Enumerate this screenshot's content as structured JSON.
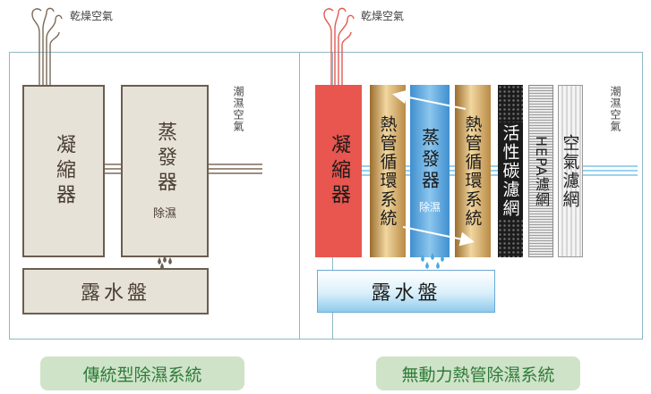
{
  "left": {
    "dry_air": "乾燥空氣",
    "humid_air": "潮濕空氣",
    "condenser": "凝縮器",
    "evaporator": "蒸發器",
    "dehumidify": "除濕",
    "drip_tray": "露水盤",
    "caption": "傳統型除濕系統"
  },
  "right": {
    "dry_air": "乾燥空氣",
    "humid_air": "潮濕空氣",
    "condenser": "凝縮器",
    "heat_pipe_left": "熱管循環系統",
    "evaporator": "蒸發器",
    "dehumidify": "除濕",
    "heat_pipe_right": "熱管循環系統",
    "activated_carbon": "活性碳濾網",
    "hepa": "HEPA濾網",
    "air_filter": "空氣濾網",
    "drip_tray": "露水盤",
    "caption": "無動力熱管除濕系統"
  },
  "colors": {
    "panel_border": "#8fb8c4",
    "gray_fill": "#e7e2d8",
    "condenser_red": "#e8564f",
    "evaporator_blue": "#5aa7dd",
    "copper": "#caa160",
    "caption_bg": "#cfe3c8",
    "caption_text": "#2e7b3a"
  }
}
